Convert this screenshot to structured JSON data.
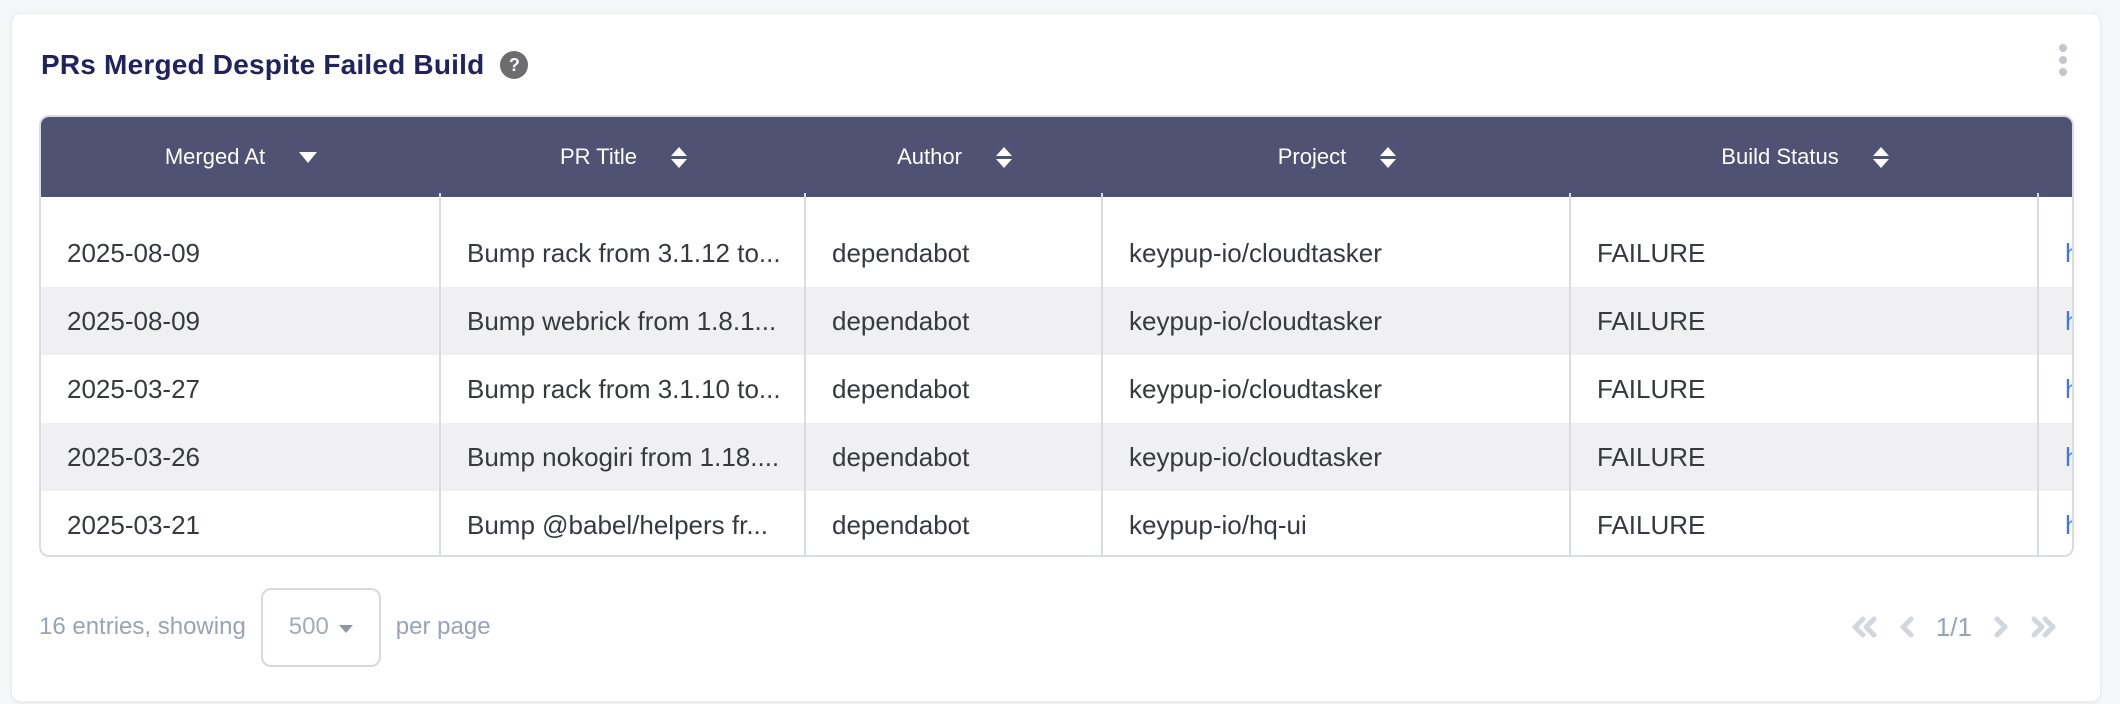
{
  "widget": {
    "title": "PRs Merged Despite Failed Build"
  },
  "icons": {
    "help_glyph": "?"
  },
  "table": {
    "columns": [
      {
        "label": "Merged At",
        "sort": "desc"
      },
      {
        "label": "PR Title",
        "sort": "both"
      },
      {
        "label": "Author",
        "sort": "both"
      },
      {
        "label": "Project",
        "sort": "both"
      },
      {
        "label": "Build Status",
        "sort": "both"
      },
      {
        "label": "",
        "sort": "none"
      }
    ],
    "rows": [
      {
        "merged_at": "2025-08-09",
        "pr_title": "Bump rack from 3.1.12 to...",
        "author": "dependabot",
        "project": "keypup-io/cloudtasker",
        "build_status": "FAILURE",
        "link_text": "h"
      },
      {
        "merged_at": "2025-08-09",
        "pr_title": "Bump webrick from 1.8.1...",
        "author": "dependabot",
        "project": "keypup-io/cloudtasker",
        "build_status": "FAILURE",
        "link_text": "h"
      },
      {
        "merged_at": "2025-03-27",
        "pr_title": "Bump rack from 3.1.10 to...",
        "author": "dependabot",
        "project": "keypup-io/cloudtasker",
        "build_status": "FAILURE",
        "link_text": "h"
      },
      {
        "merged_at": "2025-03-26",
        "pr_title": "Bump nokogiri from 1.18....",
        "author": "dependabot",
        "project": "keypup-io/cloudtasker",
        "build_status": "FAILURE",
        "link_text": "h"
      },
      {
        "merged_at": "2025-03-21",
        "pr_title": "Bump @babel/helpers fr...",
        "author": "dependabot",
        "project": "keypup-io/hq-ui",
        "build_status": "FAILURE",
        "link_text": "h"
      }
    ]
  },
  "footer": {
    "entries_text": "16 entries, showing",
    "page_size": "500",
    "per_page_text": "per page",
    "page_indicator": "1/1"
  },
  "colors": {
    "page_bg": "#f5f6f8",
    "title_color": "#20235f",
    "header_bg": "#4f5273",
    "header_text": "#ffffff",
    "row_alt": "#f0f0f2",
    "cell_text": "#36393e",
    "divider": "#d9dce1",
    "link": "#4077e3",
    "muted": "#9aa3b4",
    "chevron": "#d2d6dd",
    "help_bg": "#6d6d6f",
    "kebab": "#c3c6cc"
  }
}
